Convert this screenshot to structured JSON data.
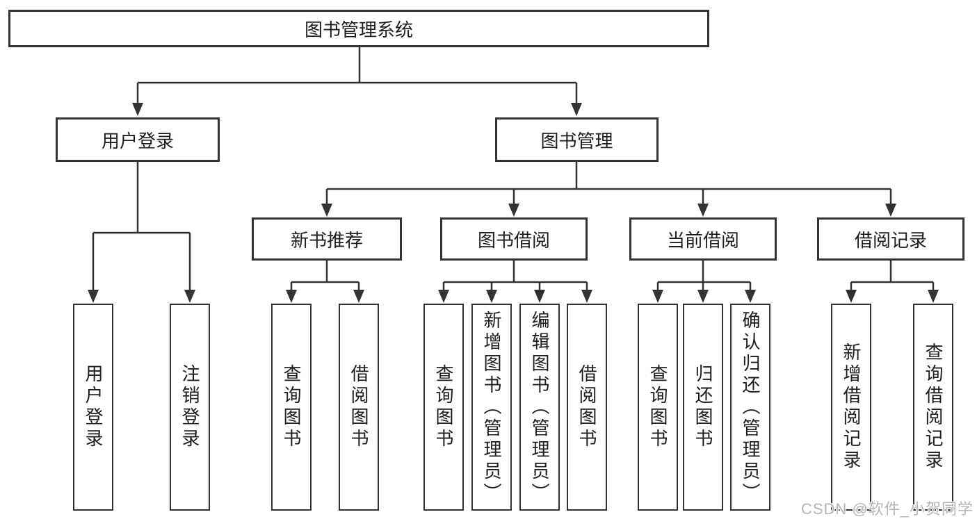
{
  "colors": {
    "line": "#333333",
    "text": "#1d1d1d",
    "box_background": "#ffffff",
    "page_background": "#ffffff",
    "watermark": "#b5b5b5"
  },
  "watermark": {
    "text": "CSDN @软件_小贺同学"
  },
  "tree": {
    "root": {
      "label": "图书管理系统"
    },
    "branches": [
      {
        "label": "用户登录",
        "children": [
          {
            "label": "用户登录"
          },
          {
            "label": "注销登录"
          }
        ]
      },
      {
        "label": "图书管理",
        "children": [
          {
            "label": "新书推荐",
            "children": [
              {
                "label": "查询图书"
              },
              {
                "label": "借阅图书"
              }
            ]
          },
          {
            "label": "图书借阅",
            "children": [
              {
                "label": "查询图书"
              },
              {
                "label": "新增图书（管理员）"
              },
              {
                "label": "编辑图书（管理员）"
              },
              {
                "label": "借阅图书"
              }
            ]
          },
          {
            "label": "当前借阅",
            "children": [
              {
                "label": "查询图书"
              },
              {
                "label": "归还图书"
              },
              {
                "label": "确认归还（管理员）"
              }
            ]
          },
          {
            "label": "借阅记录",
            "children": [
              {
                "label": "新增借阅记录"
              },
              {
                "label": "查询借阅记录"
              }
            ]
          }
        ]
      }
    ]
  }
}
